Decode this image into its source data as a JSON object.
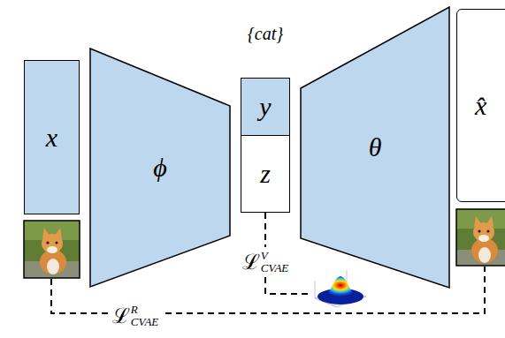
{
  "diagram": {
    "nodes": [
      {
        "text": [
          "x"
        ]
      },
      {
        "text": [
          "ϕ"
        ]
      },
      {
        "text": [
          "y"
        ]
      },
      {
        "text": [
          "z"
        ]
      },
      {
        "text": [
          "θ"
        ]
      },
      {
        "text": [
          "x̂"
        ]
      }
    ],
    "labels": [
      "{cat}",
      "ℒ",
      "V",
      "CVAE",
      "ℒ",
      "R",
      "CVAE"
    ]
  }
}
